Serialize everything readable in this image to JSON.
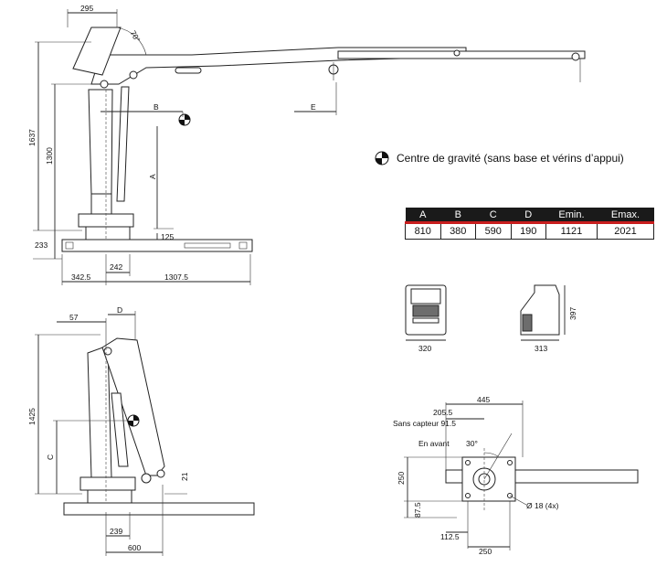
{
  "legend": {
    "text": "Centre de gravité (sans base et vérins d’appui)",
    "icon": "center-of-gravity-icon"
  },
  "table": {
    "headers": [
      "A",
      "B",
      "C",
      "D",
      "Emin.",
      "Emax."
    ],
    "values": [
      "810",
      "380",
      "590",
      "190",
      "1121",
      "2021"
    ],
    "header_bg": "#1a1a1a",
    "accent": "#c81e1e"
  },
  "side_view": {
    "dims": {
      "top_width": "295",
      "angle": "70°",
      "total_height": "1637",
      "pivot_height": "1300",
      "base_height": "233",
      "b_label": "B",
      "a_label": "A",
      "e_label": "E",
      "low_height": "125",
      "col_offset": "242",
      "left_len": "342.5",
      "right_len": "1307.5"
    }
  },
  "folded_view": {
    "dims": {
      "offset": "57",
      "d_label": "D",
      "height": "1425",
      "c_label": "C",
      "small": "21",
      "col": "239",
      "reach": "600"
    }
  },
  "control_box": {
    "front_width": "320",
    "side_width": "313",
    "height": "397"
  },
  "top_view": {
    "dims": {
      "width": "445",
      "sensor_dim": "205.5",
      "sensor_note": "Sans capteur 91.5",
      "forward": "En avant",
      "angle": "30°",
      "left_h": "250",
      "bottom_h": "87.5",
      "hole": "Ø 18 (4x)",
      "left_off": "112.5",
      "bottom_w": "250"
    }
  }
}
